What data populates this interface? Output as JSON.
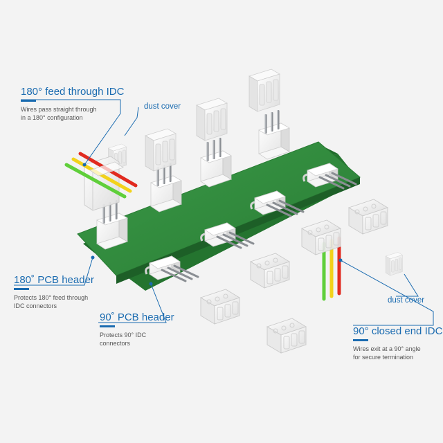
{
  "labels": {
    "feed_through": {
      "title": "180° feed through IDC",
      "desc": "Wires pass straight through\nin a 180° configuration"
    },
    "dust_cover_top": "dust cover",
    "pcb_180": {
      "title": "180˚ PCB header",
      "desc": "Protects 180° feed through\nIDC connectors"
    },
    "pcb_90": {
      "title": "90˚ PCB header",
      "desc": "Protects 90° IDC\nconnectors"
    },
    "dust_cover_right": "dust cover",
    "closed_end": {
      "title": "90° closed end IDC",
      "desc": "Wires exit at a 90° angle\nfor secure termination"
    }
  },
  "colors": {
    "accent": "#1a6bb0",
    "pcb": "#2f8a3c",
    "wire_red": "#e12a1f",
    "wire_yellow": "#f2d21b",
    "wire_green": "#5fcf3a"
  }
}
